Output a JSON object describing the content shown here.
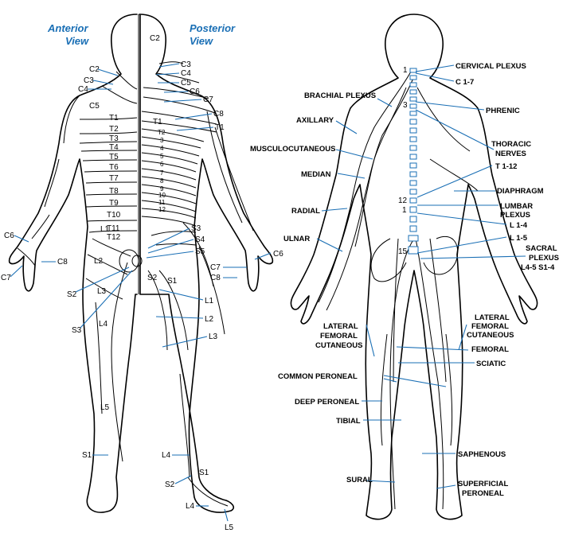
{
  "colors": {
    "accent": "#1a6fb5",
    "ink": "#000000",
    "background": "#ffffff"
  },
  "views": {
    "anterior": [
      "Anterior",
      "View"
    ],
    "posterior": [
      "Posterior",
      "View"
    ]
  },
  "anterior_labels": [
    "C2",
    "C3",
    "C4",
    "C5",
    "T1",
    "T2",
    "T3",
    "T4",
    "T5",
    "T6",
    "T7",
    "T8",
    "T9",
    "T10",
    "T11",
    "T12",
    "L1",
    "L2",
    "L3",
    "L4",
    "L5",
    "S1",
    "S2",
    "S3",
    "C6",
    "C7",
    "C8"
  ],
  "posterior_labels": [
    "C2",
    "C3",
    "C4",
    "C5",
    "C6",
    "C7",
    "C8",
    "T1",
    "T1",
    "T2",
    "3",
    "4",
    "5",
    "6",
    "7",
    "8",
    "9",
    "10",
    "11",
    "12",
    "S3",
    "S4",
    "S5",
    "S2",
    "S1",
    "L1",
    "L2",
    "L3",
    "C7",
    "C8",
    "C6",
    "L4",
    "S2",
    "S1",
    "L4",
    "L5"
  ],
  "spine_numbers": [
    "1",
    "3",
    "12",
    "1",
    "15"
  ],
  "nerves": [
    "CERVICAL PLEXUS",
    "C 1-7",
    "PHRENIC",
    "THORACIC",
    "NERVES",
    "T 1-12",
    "DIAPHRAGM",
    "LUMBAR",
    "PLEXUS",
    "L 1-4",
    "L 1-5",
    "SACRAL",
    "PLEXUS",
    "L4-5 S1-4",
    "LATERAL",
    "FEMORAL",
    "CUTANEOUS",
    "BRACHIAL PLEXUS",
    "AXILLARY",
    "MUSCULOCUTANEOUS",
    "MEDIAN",
    "RADIAL",
    "ULNAR",
    "LATERAL",
    "FEMORAL",
    "CUTANEOUS",
    "FEMORAL",
    "SCIATIC",
    "COMMON PERONEAL",
    "DEEP PERONEAL",
    "TIBIAL",
    "SAPHENOUS",
    "SURAL",
    "SUPERFICIAL",
    "PERONEAL"
  ]
}
